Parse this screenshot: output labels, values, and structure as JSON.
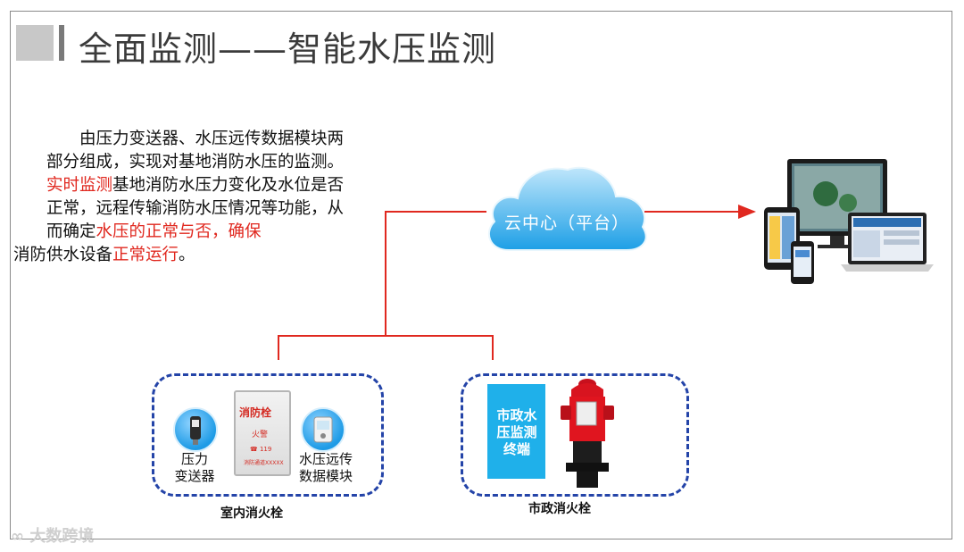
{
  "title": "全面监测——智能水压监测",
  "description": {
    "seg1": "由压力变送器、水压远传数据模块两部分组成，实现对基地消防水压的监测。",
    "seg2_red": "实时监测",
    "seg3": "基地消防水压力变化及水位是否正常，远程传输消防水压情况等功能，从而确定",
    "seg4_red": "水压的正常与否，确保",
    "seg5": "消防供水设备",
    "seg6_red": "正常运行",
    "seg7": "。"
  },
  "cloud": {
    "label": "云中心（平台）"
  },
  "indoor": {
    "group_label": "室内消火栓",
    "transmitter_label_1": "压力",
    "transmitter_label_2": "变送器",
    "module_label_1": "水压远传",
    "module_label_2": "数据模块",
    "cabinet_title": "消防栓",
    "cabinet_sub": "火警",
    "cabinet_num": "119",
    "cabinet_foot": "消防通道XXXXX"
  },
  "city": {
    "group_label": "市政消火栓",
    "terminal_label": "市政水压监测终端"
  },
  "watermark": "大数跨境",
  "colors": {
    "accent_red": "#e0281f",
    "cloud_blue": "#1e9be6",
    "dash_blue": "#2444a8",
    "line_red": "#e0281f"
  },
  "icons": [
    "cloud-icon",
    "devices-icon",
    "pressure-transmitter-icon",
    "data-module-icon",
    "hydrant-cabinet-icon",
    "fire-hydrant-icon"
  ]
}
